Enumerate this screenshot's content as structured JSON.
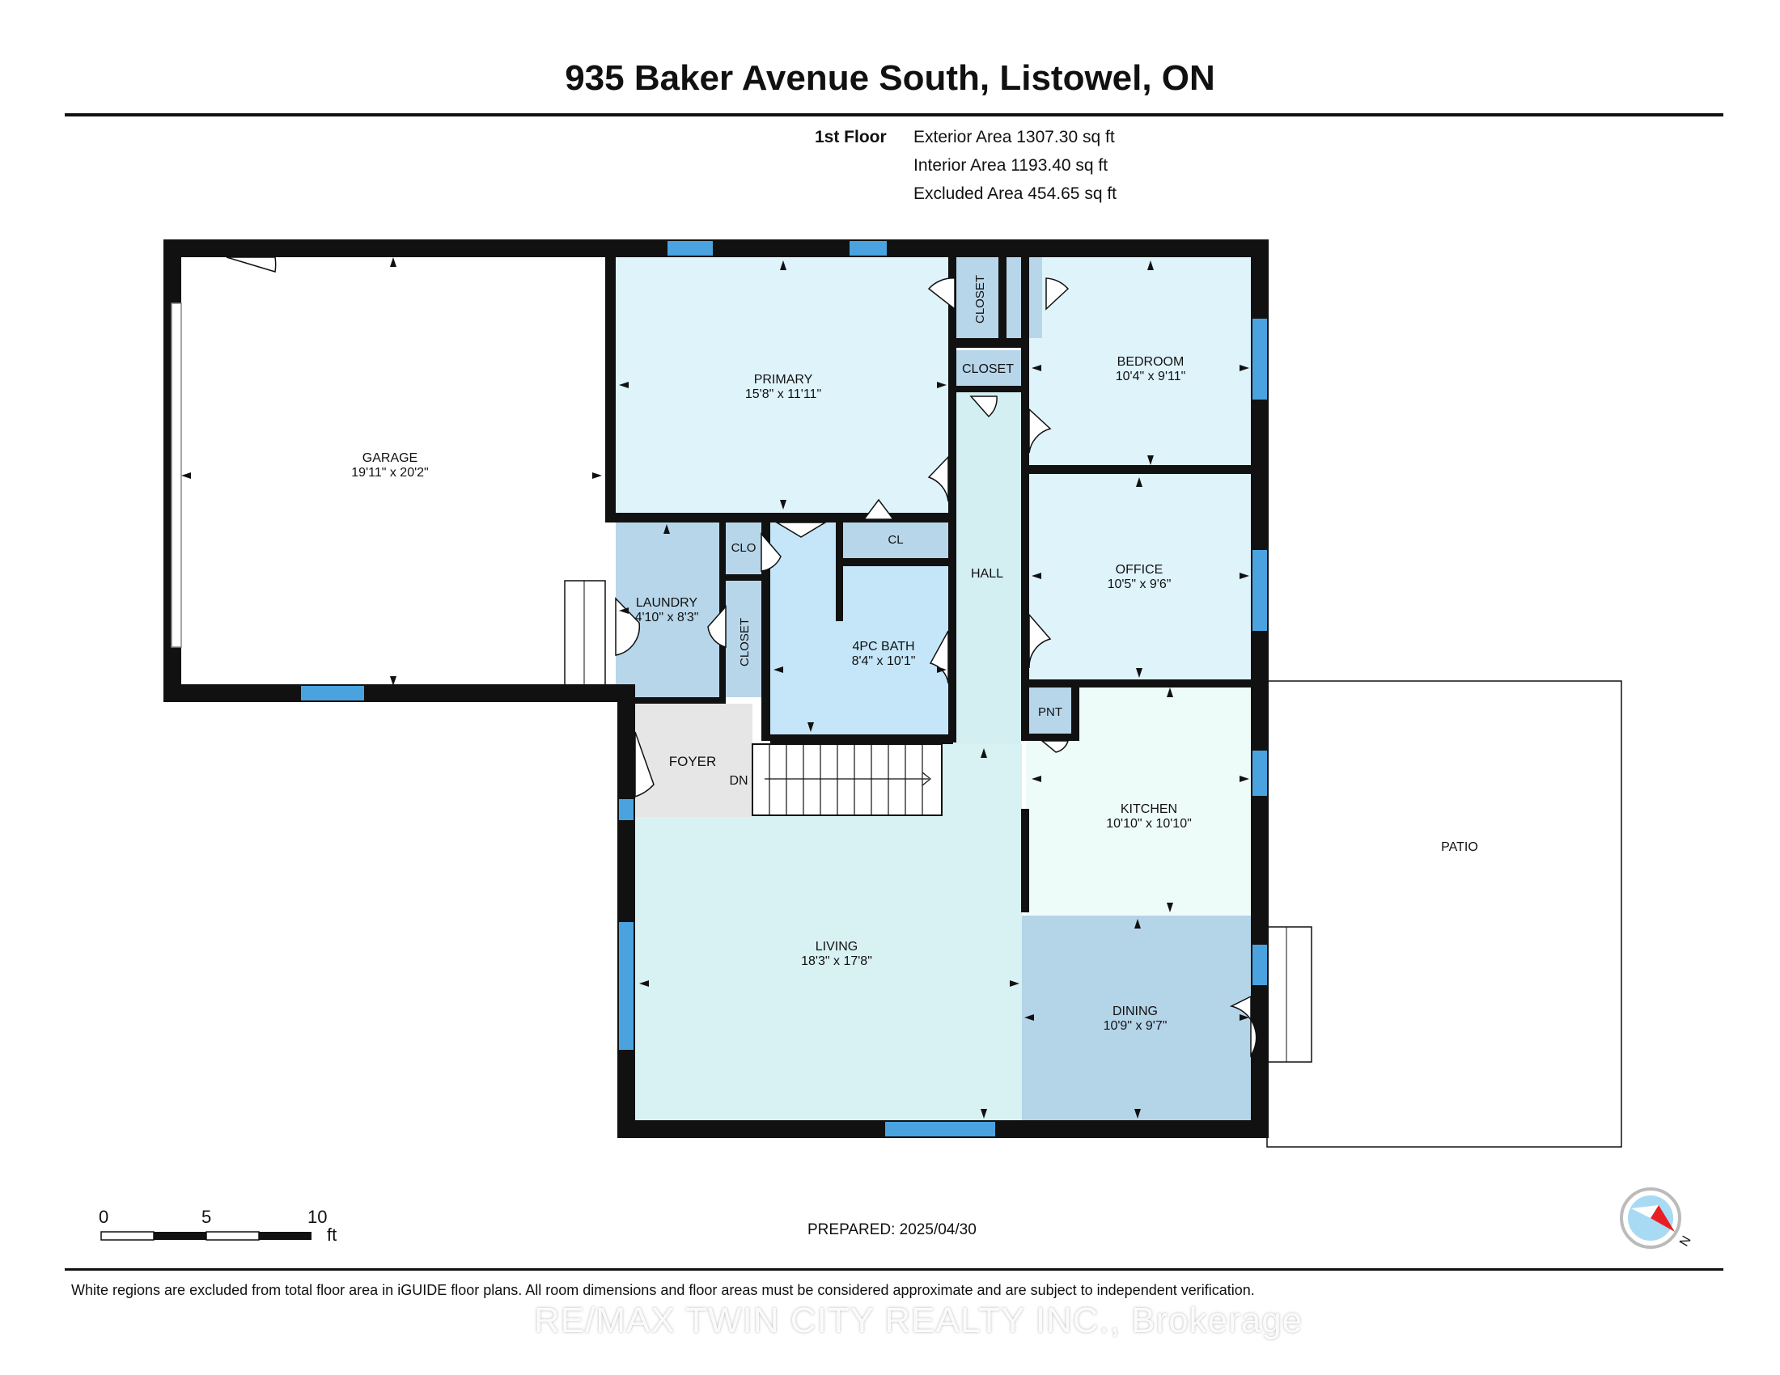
{
  "header": {
    "title": "935 Baker Avenue South, Listowel, ON"
  },
  "areas": {
    "floor": "1st Floor",
    "exterior": "Exterior Area 1307.30 sq ft",
    "interior": "Interior Area 1193.40 sq ft",
    "excluded": "Excluded Area 454.65 sq ft"
  },
  "rooms": {
    "garage": {
      "name": "GARAGE",
      "dims": "19'11\" x 20'2\""
    },
    "primary": {
      "name": "PRIMARY",
      "dims": "15'8\" x 11'11\""
    },
    "bedroom": {
      "name": "BEDROOM",
      "dims": "10'4\" x 9'11\""
    },
    "office": {
      "name": "OFFICE",
      "dims": "10'5\" x 9'6\""
    },
    "laundry": {
      "name": "LAUNDRY",
      "dims": "4'10\" x 8'3\""
    },
    "bath": {
      "name": "4PC BATH",
      "dims": "8'4\" x 10'1\""
    },
    "kitchen": {
      "name": "KITCHEN",
      "dims": "10'10\" x 10'10\""
    },
    "living": {
      "name": "LIVING",
      "dims": "18'3\" x 17'8\""
    },
    "dining": {
      "name": "DINING",
      "dims": "10'9\" x 9'7\""
    },
    "hall": {
      "name": "HALL"
    },
    "foyer": {
      "name": "FOYER"
    },
    "patio": {
      "name": "PATIO"
    },
    "stairs": {
      "label": "DN"
    },
    "closet1": {
      "name": "CLOSET"
    },
    "closet2": {
      "name": "CLOSET"
    },
    "closet3": {
      "name": "CLOSET"
    },
    "closet4": {
      "name": "CLOSET"
    },
    "clo": {
      "name": "CLO"
    },
    "cl": {
      "name": "CL"
    },
    "pnt": {
      "name": "PNT"
    }
  },
  "scale": {
    "zero": "0",
    "five": "5",
    "ten": "10",
    "unit": "ft"
  },
  "footer": {
    "prepared": "PREPARED: 2025/04/30",
    "note": "White regions are excluded from total floor area in iGUIDE floor plans. All room dimensions and floor areas must be considered approximate and are subject to independent verification.",
    "watermark": "RE/MAX TWIN CITY REALTY INC., Brokerage"
  },
  "compass": {
    "north": "N"
  },
  "colors": {
    "wall": "#111111",
    "window": "#4aa3df",
    "primary": "#dff3fb",
    "hall": "#d3eff2",
    "laundry": "#b7d6ea",
    "closet": "#b7d6ea",
    "bath": "#c4e6f8",
    "kitchen": "#eefcf9",
    "dining": "#b4d4e8",
    "living": "#d8f1f3",
    "foyer": "#e6e6e6"
  }
}
